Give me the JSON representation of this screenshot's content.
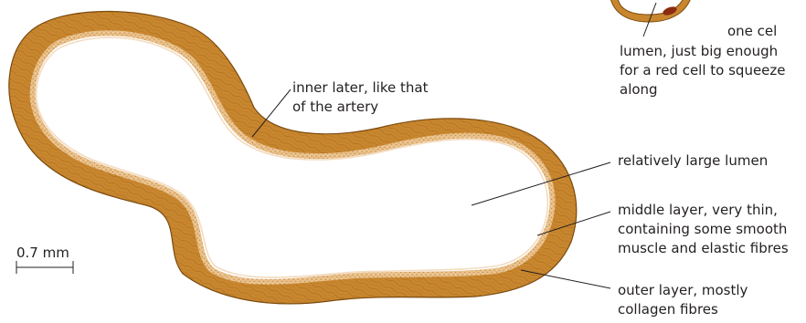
{
  "labels": {
    "capillary_note": "one cel",
    "capillary_lumen_line1": "lumen, just big enough",
    "capillary_lumen_line2": "for a red cell to squeeze",
    "capillary_lumen_line3": "along",
    "inner_line1": "inner later, like that",
    "inner_line2": "of the artery",
    "lumen": "relatively large lumen",
    "middle_line1": "middle layer, very thin,",
    "middle_line2": "containing some smooth",
    "middle_line3": "muscle and elastic fibres",
    "outer_line1": "outer layer, mostly",
    "outer_line2": "collagen fibres",
    "scale": "0.7 mm"
  },
  "colors": {
    "outer_wall": "#c8862e",
    "outer_wall_dark": "#8a5310",
    "middle_layer": "#e2b070",
    "inner_layer": "#f3dcc0",
    "red_cell": "#8b2c10",
    "ink": "#231f20"
  }
}
